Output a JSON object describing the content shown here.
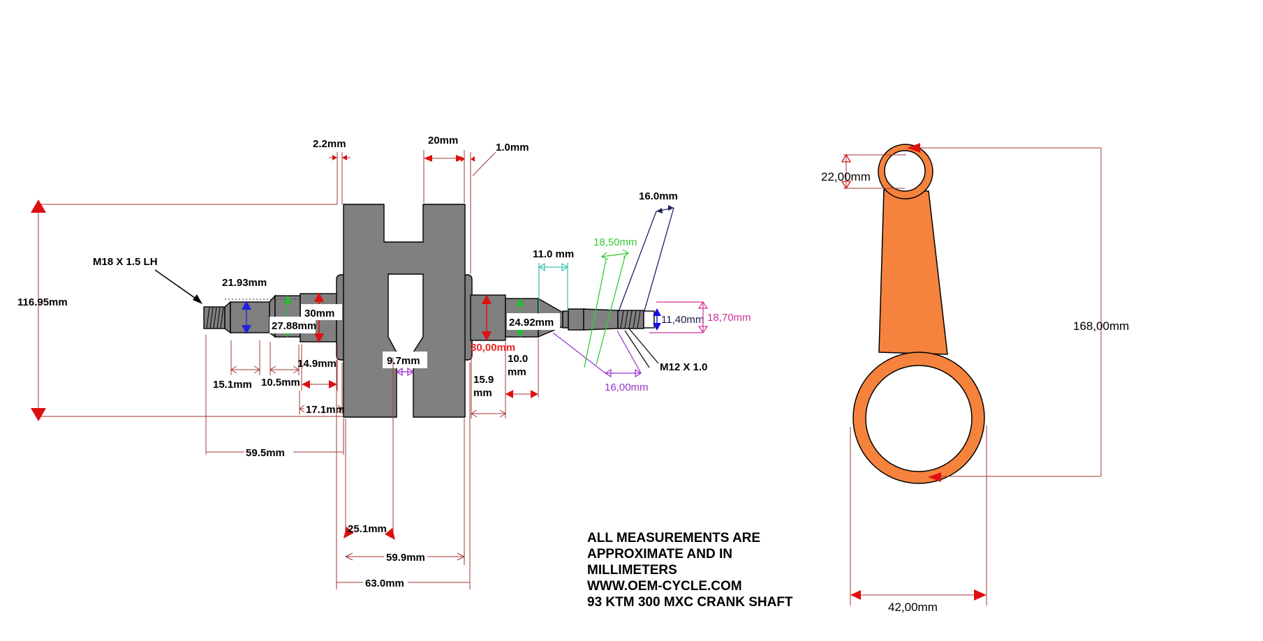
{
  "notes": [
    "ALL MEASUREMENTS ARE",
    "APPROXIMATE AND IN",
    "MILLIMETERS",
    "WWW.OEM-CYCLE.COM",
    "93 KTM 300 MXC CRANK SHAFT"
  ],
  "crank": {
    "thread_left_label": "M18 X 1.5 LH",
    "thread_right_label": "M12 X 1.0",
    "dim_overall_height": "116.95mm",
    "dim_web_lip_left": "2.2mm",
    "dim_top_notch": "20mm",
    "dim_web_lip_right": "1.0mm",
    "dim_left_journal_dia": "21.93mm",
    "dim_left_mid_dia": "27.88mm",
    "dim_left_inner_dia": "30mm",
    "dim_left_journal_len": "15.1mm",
    "dim_left_mid_len": "10.5mm",
    "dim_left_inner_len": "14.9mm",
    "dim_left_inner_len2": "17.1mm",
    "dim_slot_width": "9.7mm",
    "dim_left_shaft_len": "59.5mm",
    "dim_web_offset": "25.1mm",
    "dim_web_width": "59.9mm",
    "dim_web_full_width": "63.0mm",
    "dim_right_inner_dia": "30,00mm",
    "dim_right_mid_dia": "24.92mm",
    "dim_right_inner_len": "15.9",
    "dim_right_inner_len_unit": "mm",
    "dim_right_mid_len": "10.0",
    "dim_right_mid_len_unit": "mm",
    "dim_right_taper_len": "11.0 mm",
    "dim_right_taper_dia": "18,50mm",
    "dim_right_thread_len": "16.0mm",
    "dim_right_tip_dia": "11,40mm",
    "dim_right_end_dia": "18,70mm",
    "dim_right_thread_section": "16,00mm"
  },
  "rod": {
    "dim_small_end_bore": "22,00mm",
    "dim_overall_length": "168,00mm",
    "dim_big_end_bore": "42,00mm"
  },
  "colors": {
    "part_gray": "#808080",
    "rod_orange": "#f5823d",
    "dim_red_line": "#a33636",
    "dim_red_arrow": "#dd1111",
    "dim_red_text": "#ee2222",
    "dim_blue": "#2222dd",
    "dim_green": "#22bb33",
    "dim_teal": "#44c4aa",
    "dim_navy": "#202060",
    "dim_purple": "#9933cc",
    "dim_magenta": "#cc3399"
  }
}
